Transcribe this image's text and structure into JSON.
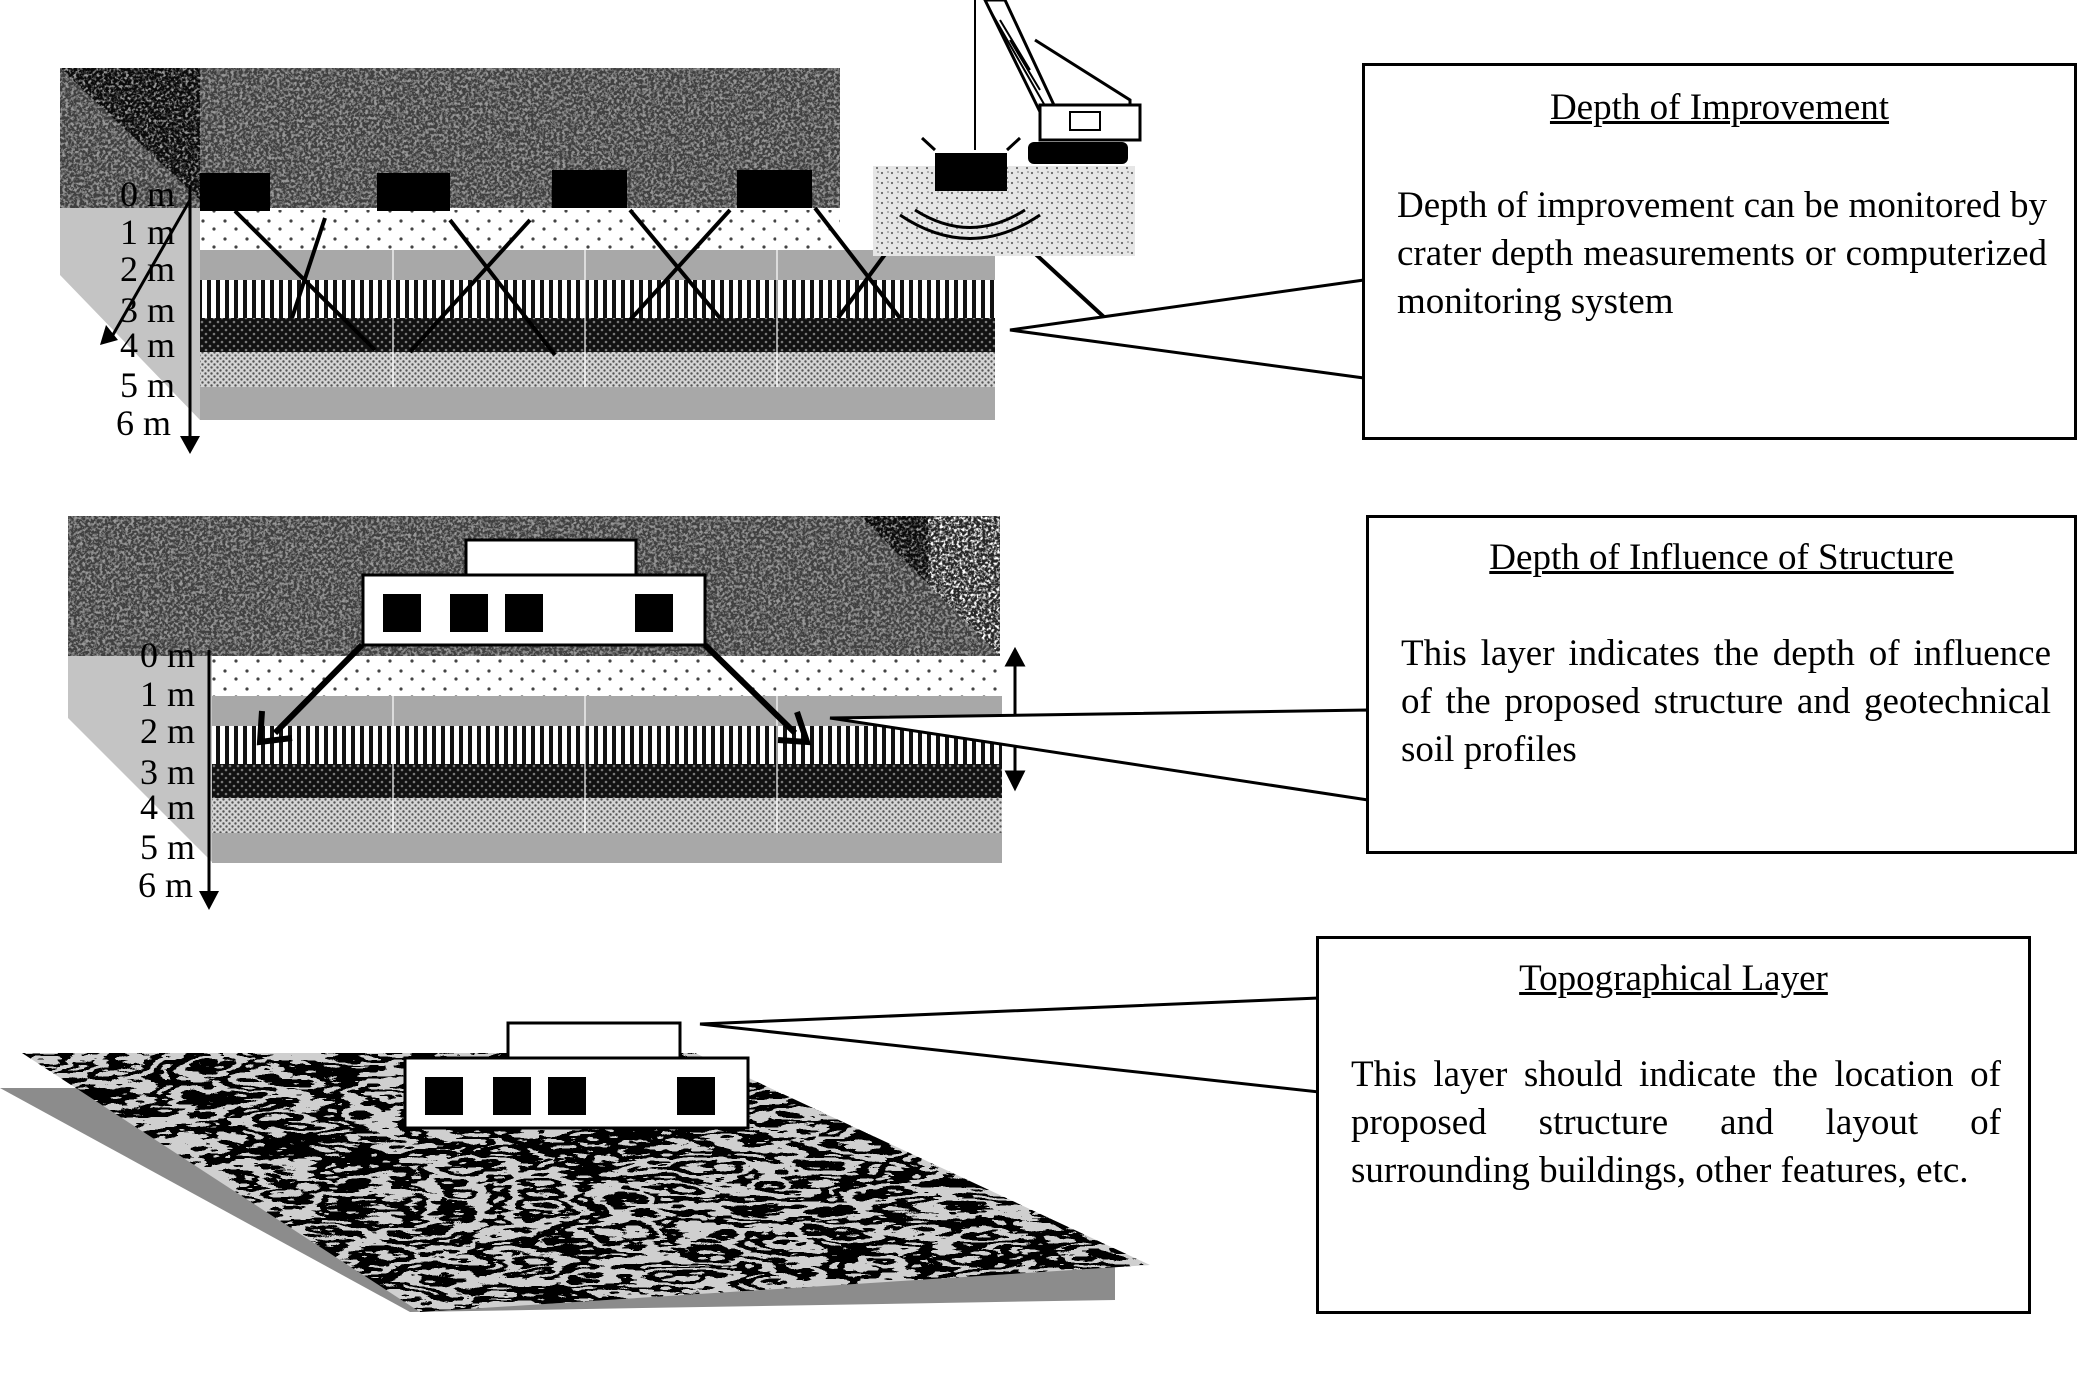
{
  "panels": [
    {
      "id": "depth-of-improvement",
      "title": "Depth of Improvement",
      "body": "Depth of improvement can be monitored by crater depth measurements or computerized monitoring system",
      "depth_labels": [
        "0 m",
        "1 m",
        "2 m",
        "3 m",
        "4 m",
        "5 m",
        "6 m"
      ]
    },
    {
      "id": "depth-of-influence",
      "title": "Depth of Influence of Structure",
      "body": "This layer indicates the depth of influence of the proposed structure and geotechnical soil profiles",
      "depth_labels": [
        "0 m",
        "1 m",
        "2 m",
        "3 m",
        "4 m",
        "5 m",
        "6 m"
      ]
    },
    {
      "id": "topographical-layer",
      "title": "Topographical Layer",
      "body": "This layer should indicate the location of proposed structure and layout of surrounding buildings, other features, etc."
    }
  ],
  "colors": {
    "ink": "#000000",
    "soil_gray": "#a8a8a8",
    "side_gray": "#c0c0c0",
    "surface_gray": "#8c8c8c"
  }
}
